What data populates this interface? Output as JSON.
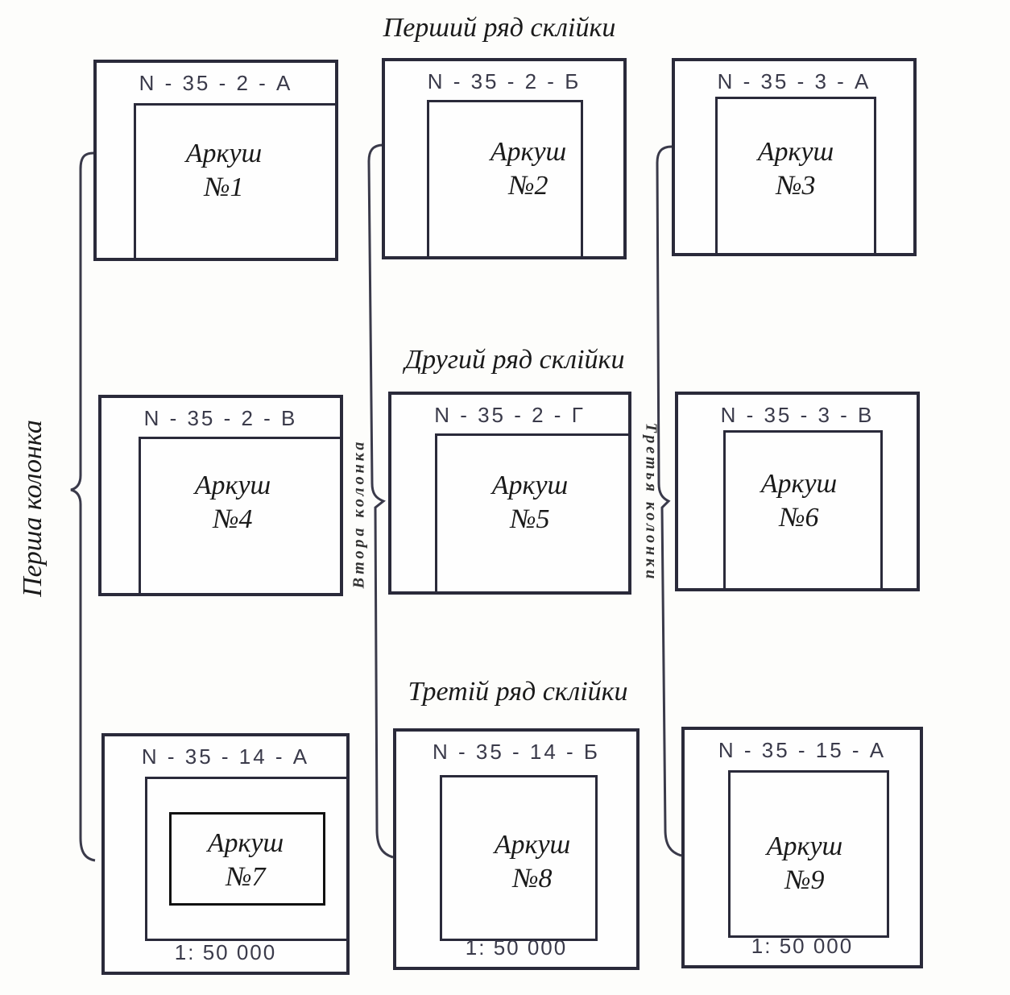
{
  "rows": [
    {
      "label": "Перший ряд склійки"
    },
    {
      "label": "Другий ряд склійки"
    },
    {
      "label": "Третій ряд склійки"
    }
  ],
  "columns": [
    {
      "label": "Перша колонка"
    },
    {
      "label": "Втора колонка"
    },
    {
      "label": "Третья колонки"
    }
  ],
  "sheets": [
    {
      "code": "N - 35 - 2 - А",
      "title": "Аркуш",
      "number": "№1"
    },
    {
      "code": "N - 35 - 2 - Б",
      "title": "Аркуш",
      "number": "№2"
    },
    {
      "code": "N - 35 - 3 - А",
      "title": "Аркуш",
      "number": "№3"
    },
    {
      "code": "N - 35 - 2 - В",
      "title": "Аркуш",
      "number": "№4"
    },
    {
      "code": "N - 35 - 2 - Г",
      "title": "Аркуш",
      "number": "№5"
    },
    {
      "code": "N - 35 - 3 - В",
      "title": "Аркуш",
      "number": "№6"
    },
    {
      "code": "N - 35 - 14 - А",
      "title": "Аркуш",
      "number": "№7",
      "scale": "1: 50 000"
    },
    {
      "code": "N - 35 - 14 - Б",
      "title": "Аркуш",
      "number": "№8",
      "scale": "1: 50 000"
    },
    {
      "code": "N - 35 - 15 - А",
      "title": "Аркуш",
      "number": "№9",
      "scale": "1: 50 000"
    }
  ]
}
